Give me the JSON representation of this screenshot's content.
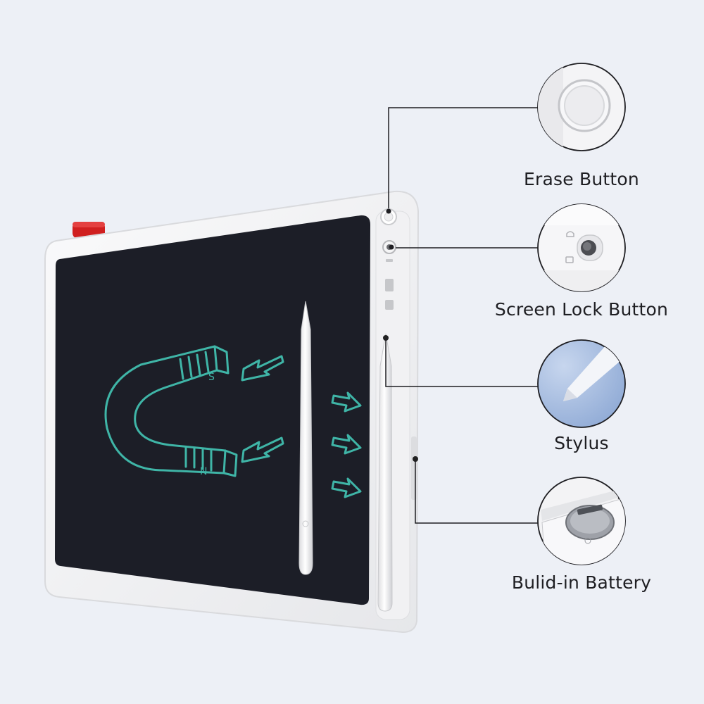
{
  "callouts": [
    {
      "id": "erase",
      "label": "Erase Button",
      "icon": "erase-button-closeup"
    },
    {
      "id": "screen-lock",
      "label": "Screen Lock Button",
      "icon": "lock-switch-closeup"
    },
    {
      "id": "stylus",
      "label": "Stylus",
      "icon": "stylus-tip-closeup"
    },
    {
      "id": "battery",
      "label": "Bulid-in Battery",
      "icon": "coin-battery-closeup"
    }
  ],
  "drawing": {
    "magnet_pole_south": "S",
    "magnet_pole_north": "N"
  },
  "colors": {
    "background": "#edf0f6",
    "tablet_frame": "#f7f7f8",
    "screen": "#1c1e27",
    "drawing_ink": "#3fb5a7",
    "clip": "#d01f1f",
    "leader_line": "#1e1e22"
  }
}
